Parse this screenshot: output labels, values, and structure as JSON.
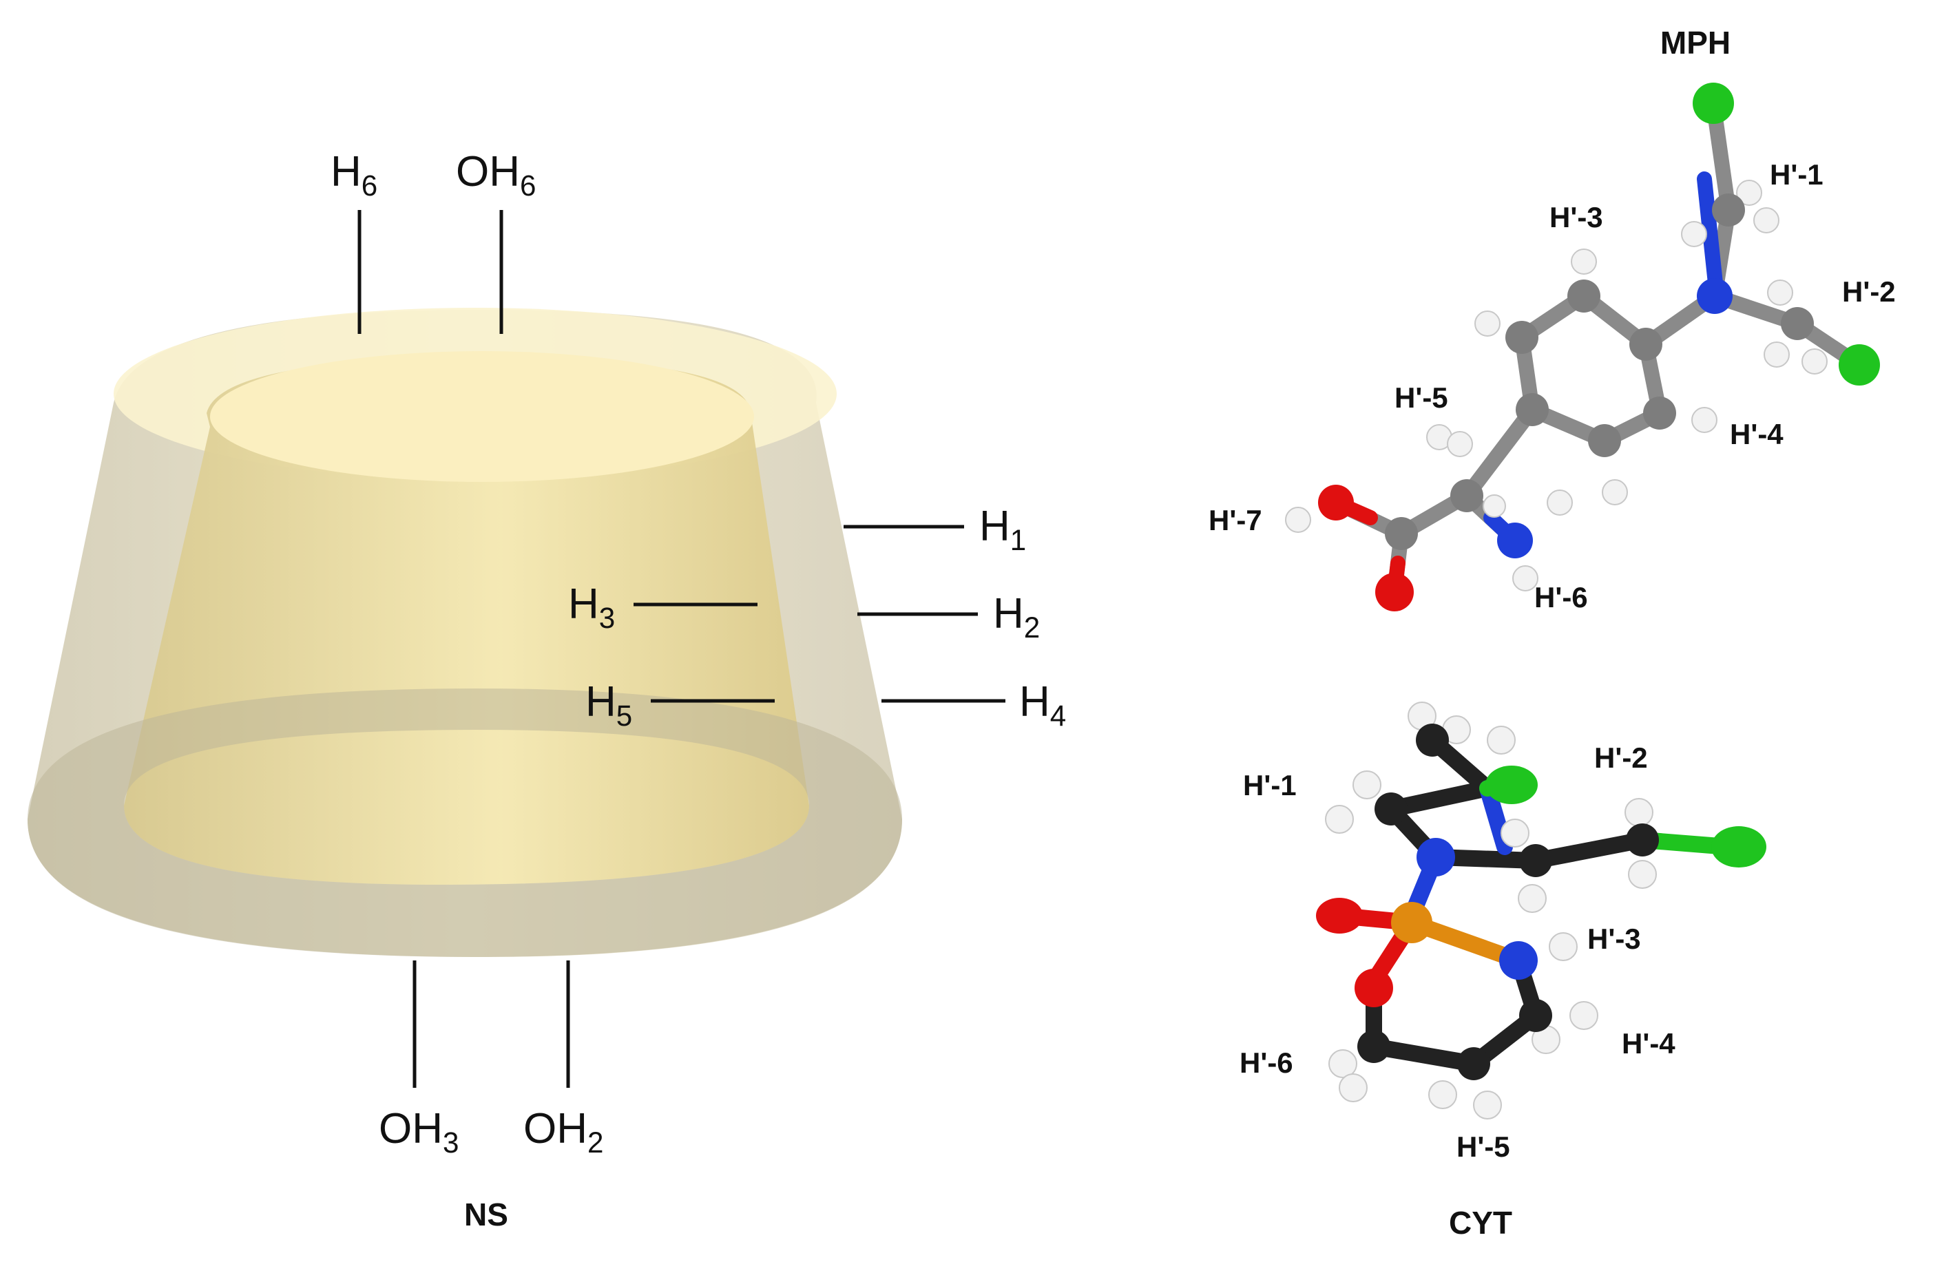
{
  "ns": {
    "name": "NS",
    "top": {
      "h6": {
        "main": "H",
        "sub": "6"
      },
      "oh6": {
        "main": "OH",
        "sub": "6"
      }
    },
    "bottom": {
      "oh3": {
        "main": "OH",
        "sub": "3"
      },
      "oh2": {
        "main": "OH",
        "sub": "2"
      }
    },
    "side": {
      "h1": {
        "main": "H",
        "sub": "1"
      },
      "h2": {
        "main": "H",
        "sub": "2"
      },
      "h3": {
        "main": "H",
        "sub": "3"
      },
      "h4": {
        "main": "H",
        "sub": "4"
      },
      "h5": {
        "main": "H",
        "sub": "5"
      }
    },
    "colors": {
      "outer": "#d9d3bd",
      "inner": "#f2e3a6",
      "rim": "#fbf4cf"
    }
  },
  "mph": {
    "name": "MPH",
    "labels": [
      "H'-1",
      "H'-2",
      "H'-3",
      "H'-4",
      "H'-5",
      "H'-6",
      "H'-7"
    ]
  },
  "cyt": {
    "name": "CYT",
    "labels": [
      "H'-1",
      "H'-2",
      "H'-3",
      "H'-4",
      "H'-5",
      "H'-6"
    ]
  },
  "atom_colors": {
    "carbon_mph": "#7d7d7d",
    "carbon_cyt": "#222222",
    "hydrogen": "#f2f2f2",
    "nitrogen": "#1f3fd9",
    "oxygen": "#e01010",
    "chlorine": "#1fc41f",
    "phosphorus": "#e08a10"
  }
}
